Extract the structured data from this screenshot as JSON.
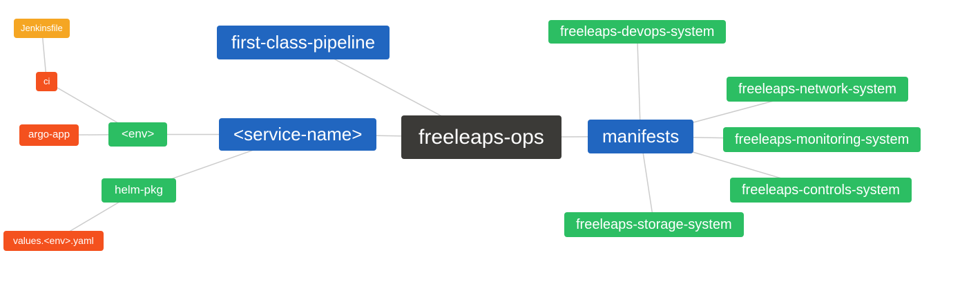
{
  "diagram": {
    "type": "mindmap",
    "edge_color": "#cccccc",
    "colors": {
      "blue": "#2166c0",
      "green": "#2cbe63",
      "orange_red": "#f4511e",
      "amber": "#f5a623",
      "dark": "#3b3a37"
    },
    "nodes": {
      "jenkinsfile": {
        "label": "Jenkinsfile",
        "color": "#f5a623"
      },
      "ci": {
        "label": "ci",
        "color": "#f4511e"
      },
      "argo_app": {
        "label": "argo-app",
        "color": "#f4511e"
      },
      "env": {
        "label": "<env>",
        "color": "#2cbe63"
      },
      "helm_pkg": {
        "label": "helm-pkg",
        "color": "#2cbe63"
      },
      "values_env_yaml": {
        "label": "values.<env>.yaml",
        "color": "#f4511e"
      },
      "service_name": {
        "label": "<service-name>",
        "color": "#2166c0"
      },
      "first_class_pipeline": {
        "label": "first-class-pipeline",
        "color": "#2166c0"
      },
      "freeleaps_ops": {
        "label": "freeleaps-ops",
        "color": "#3b3a37"
      },
      "manifests": {
        "label": "manifests",
        "color": "#2166c0"
      },
      "devops_system": {
        "label": "freeleaps-devops-system",
        "color": "#2cbe63"
      },
      "network_system": {
        "label": "freeleaps-network-system",
        "color": "#2cbe63"
      },
      "monitoring_system": {
        "label": "freeleaps-monitoring-system",
        "color": "#2cbe63"
      },
      "controls_system": {
        "label": "freeleaps-controls-system",
        "color": "#2cbe63"
      },
      "storage_system": {
        "label": "freeleaps-storage-system",
        "color": "#2cbe63"
      }
    },
    "edges": [
      [
        "jenkinsfile",
        "ci"
      ],
      [
        "ci",
        "env"
      ],
      [
        "argo_app",
        "env"
      ],
      [
        "env",
        "service_name"
      ],
      [
        "helm_pkg",
        "service_name"
      ],
      [
        "values_env_yaml",
        "helm_pkg"
      ],
      [
        "service_name",
        "freeleaps_ops"
      ],
      [
        "first_class_pipeline",
        "freeleaps_ops"
      ],
      [
        "freeleaps_ops",
        "manifests"
      ],
      [
        "manifests",
        "devops_system"
      ],
      [
        "manifests",
        "network_system"
      ],
      [
        "manifests",
        "monitoring_system"
      ],
      [
        "manifests",
        "controls_system"
      ],
      [
        "manifests",
        "storage_system"
      ]
    ]
  }
}
